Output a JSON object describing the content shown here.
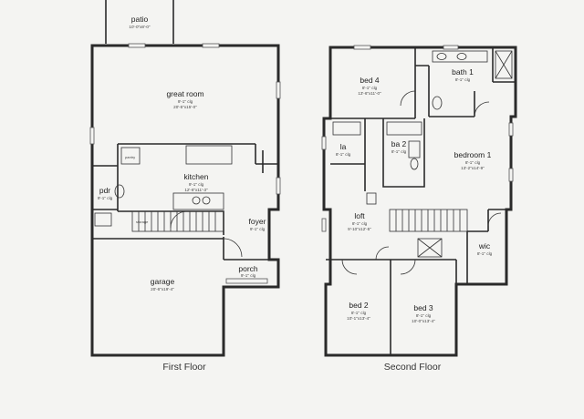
{
  "first_floor": {
    "caption": "First Floor",
    "rooms": {
      "patio": {
        "name": "patio",
        "dims": "10'-0\"x8'-0\""
      },
      "great_room": {
        "name": "great room",
        "ceiling": "9'-1\" clg",
        "dims": "20'-5\"x15'-0\""
      },
      "kitchen": {
        "name": "kitchen",
        "ceiling": "9'-1\" clg",
        "dims": "12'-6\"x11'-3\""
      },
      "pdr": {
        "name": "pdr",
        "ceiling": "9'-1\" clg"
      },
      "foyer": {
        "name": "foyer",
        "ceiling": "9'-1\" clg"
      },
      "porch": {
        "name": "porch",
        "ceiling": "9'-1\" clg"
      },
      "garage": {
        "name": "garage",
        "dims": "20'-6\"x19'-4\""
      }
    },
    "small_labels": {
      "pantry": "pantry",
      "storage": "storage"
    }
  },
  "second_floor": {
    "caption": "Second Floor",
    "rooms": {
      "bed4": {
        "name": "bed 4",
        "ceiling": "8'-1\" clg",
        "dims": "13'-6\"x11'-0\""
      },
      "bath1": {
        "name": "bath 1",
        "ceiling": "8'-1\" clg"
      },
      "la": {
        "name": "la",
        "ceiling": "8'-1\" clg"
      },
      "ba2": {
        "name": "ba 2",
        "ceiling": "8'-1\" clg"
      },
      "bedroom1": {
        "name": "bedroom 1",
        "ceiling": "8'-1\" clg",
        "dims": "13'-2\"x14'-9\""
      },
      "loft": {
        "name": "loft",
        "ceiling": "8'-1\" clg",
        "dims": "9'-10\"x12'-5\""
      },
      "wic": {
        "name": "wic",
        "ceiling": "8'-1\" clg"
      },
      "bed2": {
        "name": "bed 2",
        "ceiling": "8'-1\" clg",
        "dims": "10'-1\"x13'-4\""
      },
      "bed3": {
        "name": "bed 3",
        "ceiling": "8'-1\" clg",
        "dims": "10'-0\"x13'-4\""
      }
    }
  }
}
